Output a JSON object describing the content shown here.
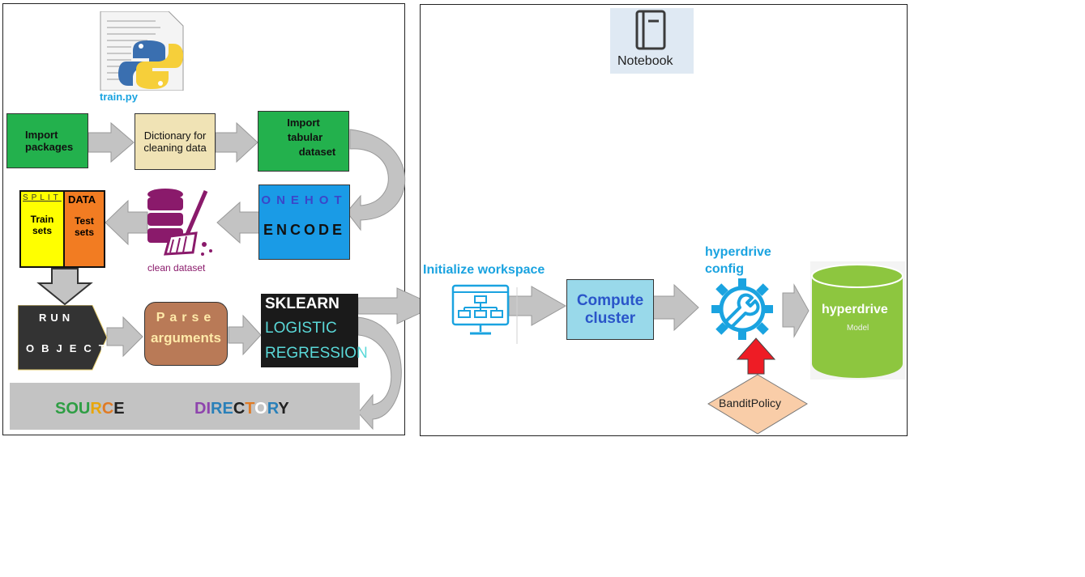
{
  "left": {
    "file_label": "train.py",
    "import_packages": "Import packages",
    "dictionary": "Dictionary for cleaning data",
    "import_tabular": [
      "Import",
      "tabular",
      "dataset"
    ],
    "onehot": "ONEHOT",
    "encode": "ENCODE",
    "split": "SPLIT",
    "data": "DATA",
    "train_sets": "Train sets",
    "test_sets": "Test sets",
    "clean_dataset": "clean dataset",
    "run": "RUN",
    "object": "OBJECT",
    "parse": "Parse",
    "arguments": "arguments",
    "sklearn": "SKLEARN",
    "logistic": "LOGISTIC",
    "regression": "REGRESSION",
    "source_letters": [
      {
        "ch": "S",
        "color": "#2e9e44"
      },
      {
        "ch": "O",
        "color": "#2e9e44"
      },
      {
        "ch": "U",
        "color": "#2e9e44"
      },
      {
        "ch": "R",
        "color": "#e8a60a"
      },
      {
        "ch": "C",
        "color": "#e07b25"
      },
      {
        "ch": "E",
        "color": "#222222"
      }
    ],
    "directory_letters": [
      {
        "ch": "D",
        "color": "#8e44ad"
      },
      {
        "ch": "I",
        "color": "#8e44ad"
      },
      {
        "ch": "R",
        "color": "#2980b9"
      },
      {
        "ch": "E",
        "color": "#2980b9"
      },
      {
        "ch": "C",
        "color": "#222222"
      },
      {
        "ch": "T",
        "color": "#e07b25"
      },
      {
        "ch": "O",
        "color": "#ffffff"
      },
      {
        "ch": "R",
        "color": "#2980b9"
      },
      {
        "ch": "Y",
        "color": "#222222"
      }
    ]
  },
  "right": {
    "notebook": "Notebook",
    "init_workspace": "Initialize workspace",
    "compute_cluster": "Compute cluster",
    "hyperdrive_config": [
      "hyperdrive",
      "config"
    ],
    "hyperdrive": "hyperdrive",
    "model": "Model",
    "bandit_policy": "BanditPolicy"
  },
  "colors": {
    "green_box": "#23b14d",
    "beige_box": "#f0e3b5",
    "blue_box": "#1a9be6",
    "yellow": "#ffff00",
    "orange": "#f27c22",
    "dark": "#333333",
    "brown": "#b97a57",
    "sklearn_bg": "#1a1a1a",
    "teal_text": "#5ad8d8",
    "gray_arrow": "#c3c3c3",
    "compute_bg": "#99d9ea",
    "azure_text": "#1aa3e0",
    "cylinder_green": "#8dc63f",
    "bandit_bg": "#f9cda8",
    "red_arrow": "#ee1c25"
  }
}
